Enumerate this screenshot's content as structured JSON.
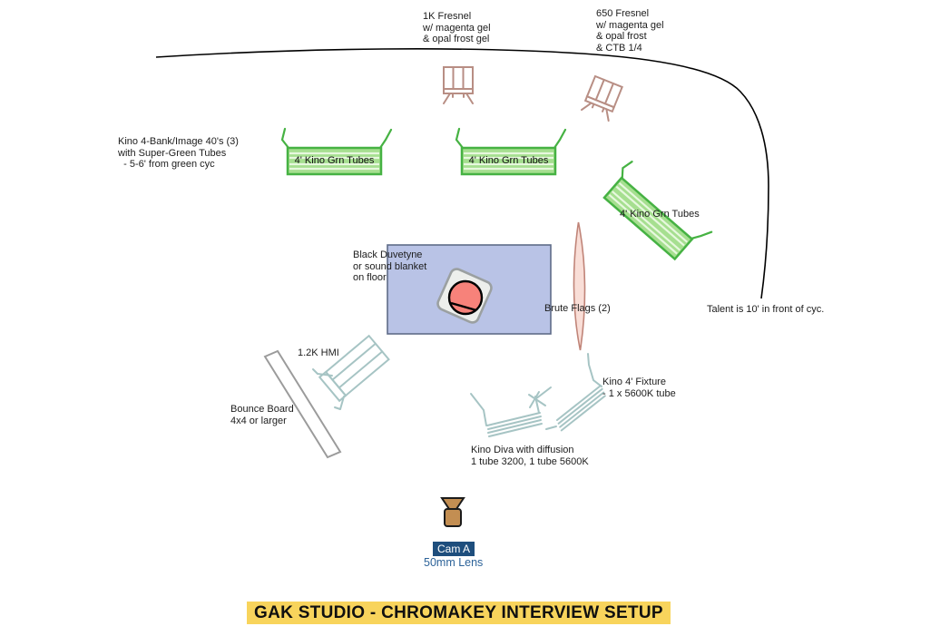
{
  "title": {
    "text": "GAK STUDIO - CHROMAKEY INTERVIEW SETUP"
  },
  "labels": {
    "fresnel_1k": "1K Fresnel\nw/ magenta gel\n& opal frost gel",
    "fresnel_650": "650 Fresnel\nw/ magenta gel\n& opal frost\n& CTB 1/4",
    "kino_bank": "Kino 4-Bank/Image 40's (3)\nwith Super-Green Tubes\n  - 5-6' from green cyc",
    "kino_tubes_1": "4' Kino Grn Tubes",
    "kino_tubes_2": "4' Kino Grn Tubes",
    "kino_tubes_3": "4' Kino Grn Tubes",
    "duvetyne": "Black Duvetyne\nor sound blanket\non floor",
    "brute_flags": "Brute Flags (2)",
    "talent": "Talent is 10' in front of cyc.",
    "hmi": "1.2K HMI",
    "bounce_board": "Bounce Board\n4x4 or larger",
    "kino_4ft": "Kino 4' Fixture\n- 1 x 5600K tube",
    "kino_diva": "Kino Diva with diffusion\n1 tube 3200, 1 tube 5600K",
    "cam_a": "Cam A",
    "lens": "50mm Lens"
  },
  "icons": {
    "cyc_wall_line": "curved-cyc-wall-line",
    "fresnel_1k": "fresnel-light-icon",
    "fresnel_650": "fresnel-light-icon",
    "kino_bank_1": "kino-4bank-green-icon",
    "kino_bank_2": "kino-4bank-green-icon",
    "kino_bank_3": "kino-4bank-green-diagonal-icon",
    "duvetyne_area": "floor-blanket-rect",
    "chair": "interview-chair-icon",
    "brute_flag": "curved-flag-icon",
    "hmi": "hmi-light-icon",
    "bounce_board": "bounce-board-outline",
    "kino_diva": "kino-diva-lines-icon",
    "kino_4ft": "kino-4ft-lines-icon",
    "camera": "camera-icon"
  },
  "colors": {
    "title_highlight": "#f8d45c",
    "kino_green": "#46b243",
    "kino_green_fill": "#a6df90",
    "fresnel_pink": "#b88e84",
    "teal_fixture": "#a6c4c4",
    "blanket_fill": "#b9c3e6",
    "blanket_border": "#5f6c88",
    "flag_fill": "#f9ded7",
    "flag_stroke": "#c08478",
    "chair_seat": "#edefec",
    "chair_cushion": "#f7827a",
    "camera_brown": "#c38e52",
    "cam_a_bg": "#1e4e7d",
    "lens_text": "#2d6399",
    "bounce_board_gray": "#9b9b9b",
    "cyc_line": "#000000"
  }
}
